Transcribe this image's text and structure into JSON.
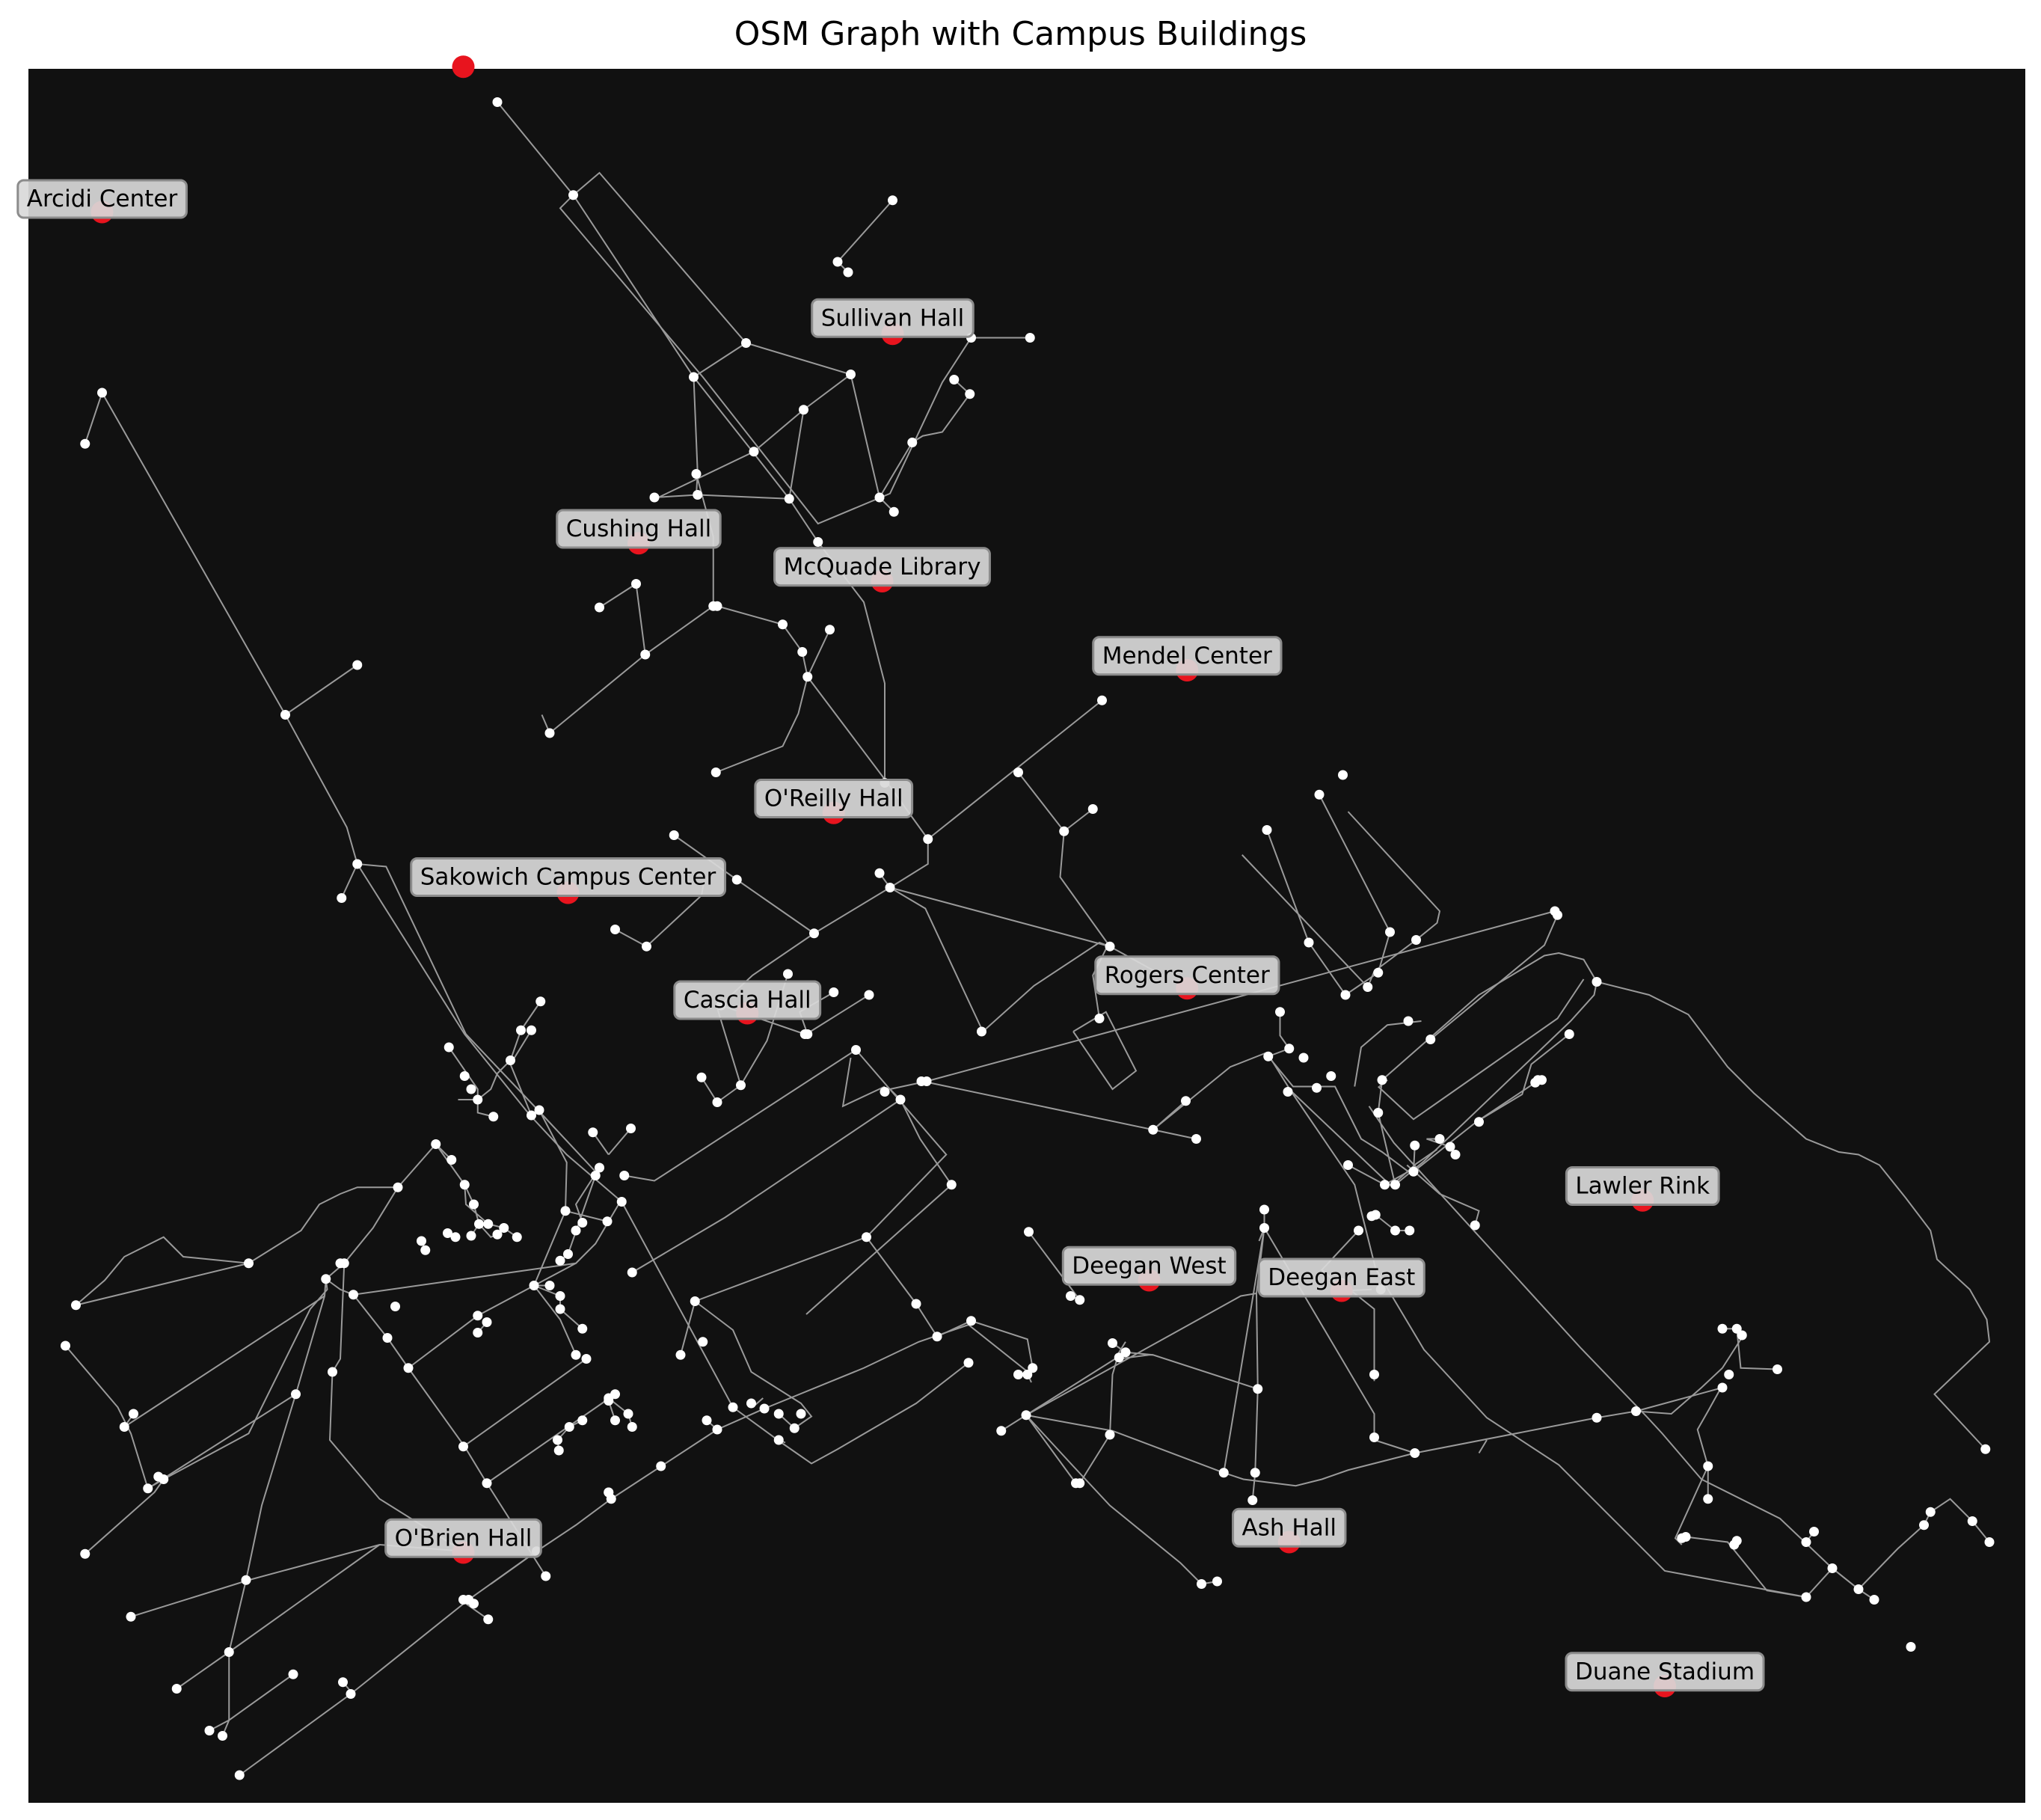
{
  "title": "OSM Graph with Campus Buildings",
  "colors": {
    "background": "#111111",
    "edge": "#9a9a9a",
    "node": "#ffffff",
    "building": "#e8141e",
    "label_box": "#d9d9d9",
    "label_border": "#8c8c8c"
  },
  "chart_data": {
    "type": "map",
    "buildings": [
      {
        "name": "Arcidi Center"
      },
      {
        "name": "Sullivan Hall"
      },
      {
        "name": "Cushing Hall"
      },
      {
        "name": "McQuade Library"
      },
      {
        "name": "Mendel Center"
      },
      {
        "name": "O'Reilly Hall"
      },
      {
        "name": "Sakowich Campus Center"
      },
      {
        "name": "Cascia Hall"
      },
      {
        "name": "Rogers Center"
      },
      {
        "name": "Lawler Rink"
      },
      {
        "name": "Deegan West"
      },
      {
        "name": "Deegan East"
      },
      {
        "name": "O'Brien Hall"
      },
      {
        "name": "Ash Hall"
      },
      {
        "name": "Duane Stadium"
      }
    ]
  }
}
